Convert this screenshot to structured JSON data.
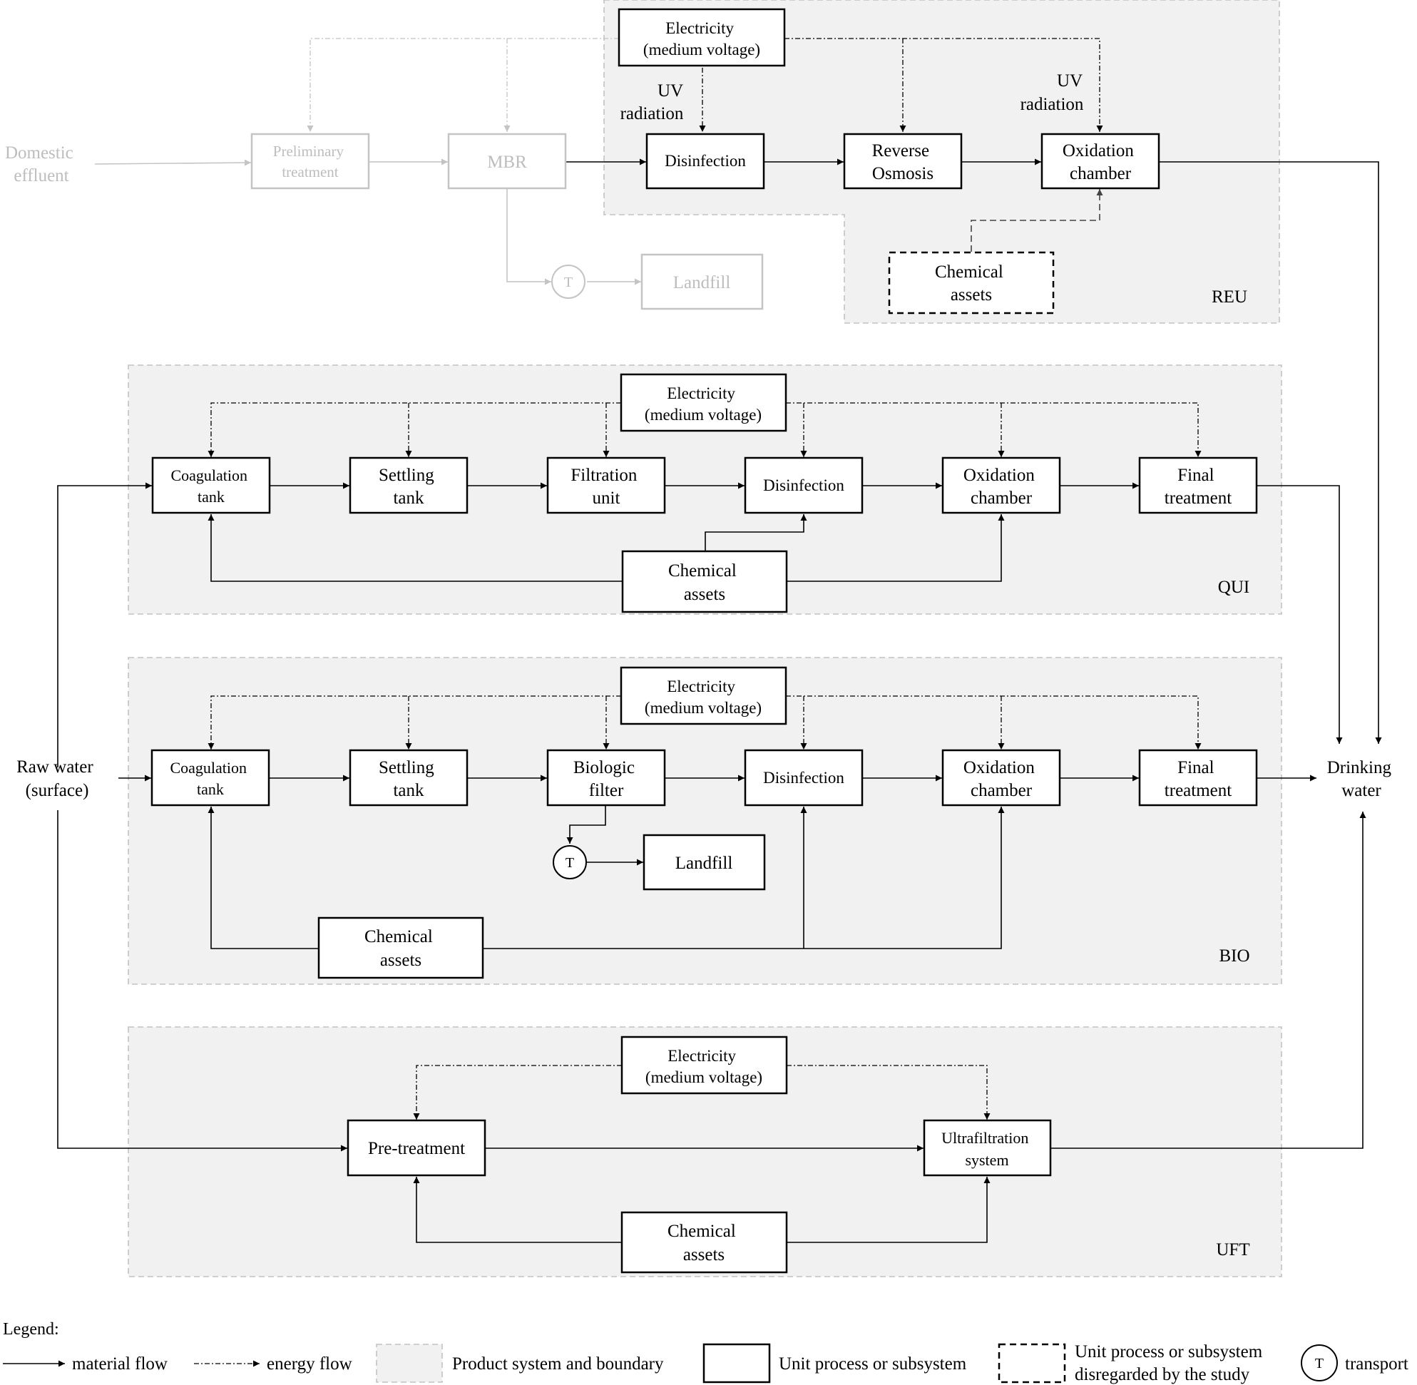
{
  "source": {
    "domestic_effluent": [
      "Domestic",
      "effluent"
    ],
    "raw_water": [
      "Raw water",
      "(surface)"
    ]
  },
  "output": {
    "drinking_water": [
      "Drinking",
      "water"
    ]
  },
  "reu": {
    "label": "REU",
    "electricity": [
      "Electricity",
      "(medium voltage)"
    ],
    "preliminary_treatment": [
      "Preliminary",
      "treatment"
    ],
    "mbr": "MBR",
    "uv_radiation_1": [
      "UV",
      "radiation"
    ],
    "disinfection": "Disinfection",
    "reverse_osmosis": [
      "Reverse",
      "Osmosis"
    ],
    "uv_radiation_2": [
      "UV",
      "radiation"
    ],
    "oxidation_chamber": [
      "Oxidation",
      "chamber"
    ],
    "transport": "T",
    "landfill": "Landfill",
    "chemical_assets": [
      "Chemical",
      "assets"
    ]
  },
  "qui": {
    "label": "QUI",
    "electricity": [
      "Electricity",
      "(medium voltage)"
    ],
    "coagulation_tank": [
      "Coagulation",
      "tank"
    ],
    "settling_tank": [
      "Settling",
      "tank"
    ],
    "filtration_unit": [
      "Filtration",
      "unit"
    ],
    "disinfection": "Disinfection",
    "oxidation_chamber": [
      "Oxidation",
      "chamber"
    ],
    "final_treatment": [
      "Final",
      "treatment"
    ],
    "chemical_assets": [
      "Chemical",
      "assets"
    ]
  },
  "bio": {
    "label": "BIO",
    "electricity": [
      "Electricity",
      "(medium voltage)"
    ],
    "coagulation_tank": [
      "Coagulation",
      "tank"
    ],
    "settling_tank": [
      "Settling",
      "tank"
    ],
    "biologic_filter": [
      "Biologic",
      "filter"
    ],
    "disinfection": "Disinfection",
    "oxidation_chamber": [
      "Oxidation",
      "chamber"
    ],
    "final_treatment": [
      "Final",
      "treatment"
    ],
    "transport": "T",
    "landfill": "Landfill",
    "chemical_assets": [
      "Chemical",
      "assets"
    ]
  },
  "uft": {
    "label": "UFT",
    "electricity": [
      "Electricity",
      "(medium voltage)"
    ],
    "pre_treatment": "Pre-treatment",
    "ultrafiltration_system": [
      "Ultrafiltration",
      "system"
    ],
    "chemical_assets": [
      "Chemical",
      "assets"
    ]
  },
  "legend": {
    "title": "Legend:",
    "material_flow": "material flow",
    "energy_flow": "energy flow",
    "product_system": "Product system and boundary",
    "unit_process": "Unit process or subsystem",
    "disregarded": [
      "Unit process or subsystem",
      "disregarded by the study"
    ],
    "transport_symbol": "T",
    "transport": "transport"
  }
}
